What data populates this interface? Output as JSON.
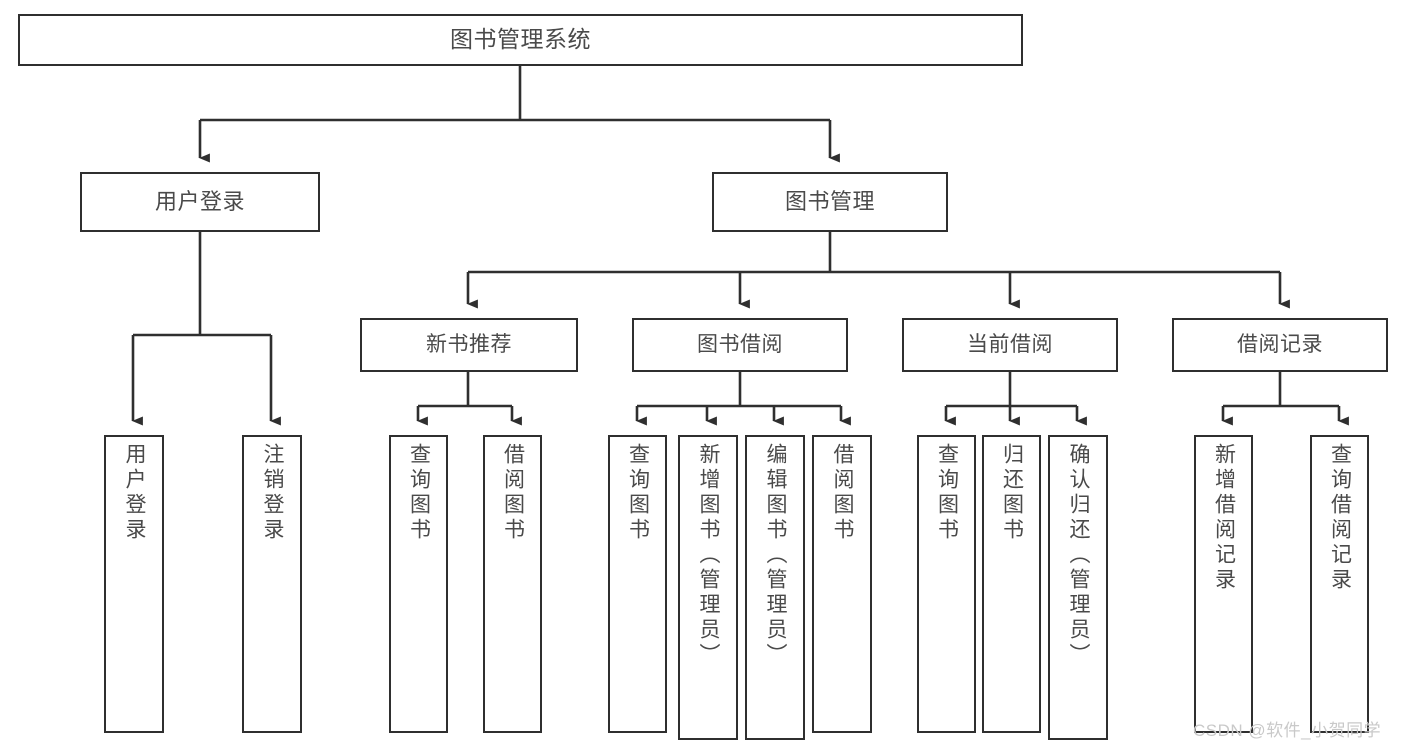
{
  "diagram": {
    "type": "hierarchy-tree",
    "title": "图书管理系统",
    "watermark": "CSDN @软件_小贺同学",
    "colors": {
      "stroke": "#2f2f2f",
      "text": "#4a4a4a",
      "background": "#ffffff",
      "watermark": "#c9c9c9"
    },
    "root": {
      "label": "图书管理系统"
    },
    "level1": [
      {
        "label": "用户登录"
      },
      {
        "label": "图书管理"
      }
    ],
    "level2": [
      {
        "label": "新书推荐"
      },
      {
        "label": "图书借阅"
      },
      {
        "label": "当前借阅"
      },
      {
        "label": "借阅记录"
      }
    ],
    "leaves": {
      "user_login": [
        {
          "label": "用户登录"
        },
        {
          "label": "注销登录"
        }
      ],
      "new_book_recommend": [
        {
          "label": "查询图书"
        },
        {
          "label": "借阅图书"
        }
      ],
      "book_borrow": [
        {
          "label": "查询图书"
        },
        {
          "label": "新增图书（管理员）"
        },
        {
          "label": "编辑图书（管理员）"
        },
        {
          "label": "借阅图书"
        }
      ],
      "current_borrow": [
        {
          "label": "查询图书"
        },
        {
          "label": "归还图书"
        },
        {
          "label": "确认归还（管理员）"
        }
      ],
      "borrow_record": [
        {
          "label": "新增借阅记录"
        },
        {
          "label": "查询借阅记录"
        }
      ]
    }
  }
}
